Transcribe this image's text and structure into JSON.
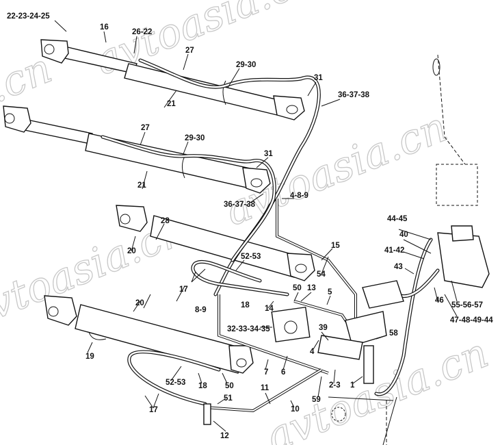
{
  "watermark": "avtoasia.cn",
  "watermark_parts": [
    "avtoasia.cn",
    "avtoasia.cn",
    "avtoasia.cn",
    "avtoasia.cn",
    ".cn"
  ],
  "labels": [
    "22-23-24-25",
    "16",
    "26-22",
    "27",
    "29-30",
    "31",
    "36-37-38",
    "21",
    "27",
    "29-30",
    "31",
    "21",
    "36-37-38",
    "4-8-9",
    "28",
    "20",
    "15",
    "52-53",
    "54",
    "44-45",
    "40",
    "41-42",
    "43",
    "17",
    "50",
    "13",
    "5",
    "18",
    "14",
    "8-9",
    "46",
    "55-56-57",
    "20",
    "47-48-49-44",
    "32-33-34-35",
    "39",
    "58",
    "4",
    "19",
    "7",
    "6",
    "52-53",
    "18",
    "50",
    "2-3",
    "1",
    "11",
    "51",
    "17",
    "59",
    "10",
    "12"
  ]
}
